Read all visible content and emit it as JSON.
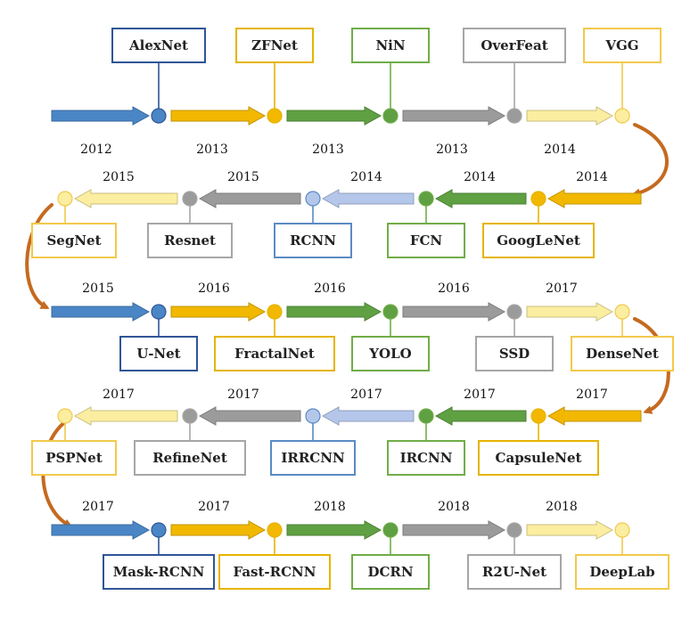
{
  "colors": {
    "blue": "#4a86c5",
    "blue_border": "#2f5597",
    "gold": "#f2b800",
    "gold_border": "#e6b400",
    "green": "#5fa043",
    "green_border": "#70ad47",
    "gray": "#9b9b9b",
    "gray_border": "#a6a6a6",
    "lightyellow": "#fbeea0",
    "lightyellow_border": "#f2c94c",
    "lightblue": "#b4c7ea",
    "lightblue_border": "#5b8bc3",
    "curve": "#c56a1f"
  },
  "rows": [
    {
      "direction": "right",
      "nodes": [
        {
          "name": "AlexNet",
          "year": "2012",
          "color": "blue",
          "label_pos": "above"
        },
        {
          "name": "ZFNet",
          "year": "2013",
          "color": "gold",
          "label_pos": "above"
        },
        {
          "name": "NiN",
          "year": "2013",
          "color": "green",
          "label_pos": "above"
        },
        {
          "name": "OverFeat",
          "year": "2013",
          "color": "gray",
          "label_pos": "above"
        },
        {
          "name": "VGG",
          "year": "2014",
          "color": "lightyellow",
          "label_pos": "above"
        }
      ]
    },
    {
      "direction": "left",
      "nodes": [
        {
          "name": "GoogLeNet",
          "year": "2014",
          "color": "gold",
          "label_pos": "below"
        },
        {
          "name": "FCN",
          "year": "2014",
          "color": "green",
          "label_pos": "below"
        },
        {
          "name": "RCNN",
          "year": "2014",
          "color": "lightblue",
          "label_pos": "below"
        },
        {
          "name": "Resnet",
          "year": "2015",
          "color": "gray",
          "label_pos": "below"
        },
        {
          "name": "SegNet",
          "year": "2015",
          "color": "lightyellow",
          "label_pos": "below"
        }
      ]
    },
    {
      "direction": "right",
      "nodes": [
        {
          "name": "U-Net",
          "year": "2015",
          "color": "blue",
          "label_pos": "below"
        },
        {
          "name": "FractalNet",
          "year": "2016",
          "color": "gold",
          "label_pos": "below"
        },
        {
          "name": "YOLO",
          "year": "2016",
          "color": "green",
          "label_pos": "below"
        },
        {
          "name": "SSD",
          "year": "2016",
          "color": "gray",
          "label_pos": "below"
        },
        {
          "name": "DenseNet",
          "year": "2017",
          "color": "lightyellow",
          "label_pos": "below"
        }
      ]
    },
    {
      "direction": "left",
      "nodes": [
        {
          "name": "CapsuleNet",
          "year": "2017",
          "color": "gold",
          "label_pos": "below"
        },
        {
          "name": "IRCNN",
          "year": "2017",
          "color": "green",
          "label_pos": "below"
        },
        {
          "name": "IRRCNN",
          "year": "2017",
          "color": "lightblue",
          "label_pos": "below"
        },
        {
          "name": "RefineNet",
          "year": "2017",
          "color": "gray",
          "label_pos": "below"
        },
        {
          "name": "PSPNet",
          "year": "2017",
          "color": "lightyellow",
          "label_pos": "below"
        }
      ]
    },
    {
      "direction": "right",
      "nodes": [
        {
          "name": "Mask-RCNN",
          "year": "2017",
          "color": "blue",
          "label_pos": "below"
        },
        {
          "name": "Fast-RCNN",
          "year": "2017",
          "color": "gold",
          "label_pos": "below"
        },
        {
          "name": "DCRN",
          "year": "2018",
          "color": "green",
          "label_pos": "below"
        },
        {
          "name": "R2U-Net",
          "year": "2018",
          "color": "gray",
          "label_pos": "below"
        },
        {
          "name": "DeepLab",
          "year": "2018",
          "color": "lightyellow",
          "label_pos": "below"
        }
      ]
    }
  ]
}
